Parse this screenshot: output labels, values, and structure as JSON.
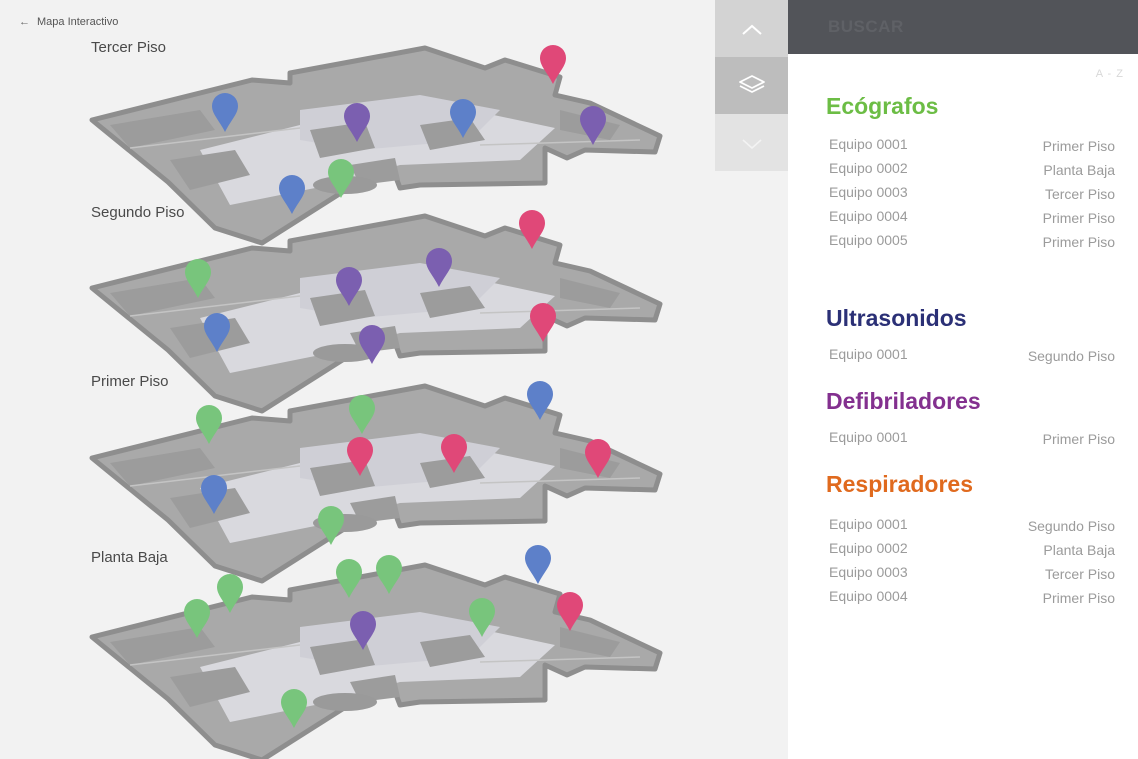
{
  "header": {
    "back_label": "Mapa Interactivo"
  },
  "floors": [
    {
      "label": "Tercer Piso"
    },
    {
      "label": "Segundo Piso"
    },
    {
      "label": "Primer Piso"
    },
    {
      "label": "Planta Baja"
    }
  ],
  "controls": {
    "up_icon": "chevron-up-icon",
    "layers_icon": "layers-icon",
    "down_icon": "chevron-down-icon"
  },
  "panel": {
    "search_label": "BUSCAR",
    "sort_label": "A - Z",
    "categories": [
      {
        "title": "Ecógrafos",
        "color": "#6cbd45",
        "items": [
          {
            "name": "Equipo 0001",
            "location": "Primer Piso"
          },
          {
            "name": "Equipo 0002",
            "location": "Planta Baja"
          },
          {
            "name": "Equipo 0003",
            "location": "Tercer Piso"
          },
          {
            "name": "Equipo 0004",
            "location": "Primer Piso"
          },
          {
            "name": "Equipo 0005",
            "location": "Primer Piso"
          }
        ]
      },
      {
        "title": "Ultrasonidos",
        "color": "#2b3076",
        "items": [
          {
            "name": "Equipo 0001",
            "location": "Segundo Piso"
          }
        ]
      },
      {
        "title": "Defibriladores",
        "color": "#83308f",
        "items": [
          {
            "name": "Equipo 0001",
            "location": "Primer Piso"
          }
        ]
      },
      {
        "title": "Respiradores",
        "color": "#e06a1e",
        "items": [
          {
            "name": "Equipo 0001",
            "location": "Segundo Piso"
          },
          {
            "name": "Equipo 0002",
            "location": "Planta Baja"
          },
          {
            "name": "Equipo 0003",
            "location": "Tercer Piso"
          },
          {
            "name": "Equipo 0004",
            "location": "Primer Piso"
          }
        ]
      }
    ]
  },
  "marker_colors": {
    "green": "#78c57c",
    "blue": "#5d80c9",
    "purple": "#7b5fb0",
    "pink": "#e04878"
  }
}
